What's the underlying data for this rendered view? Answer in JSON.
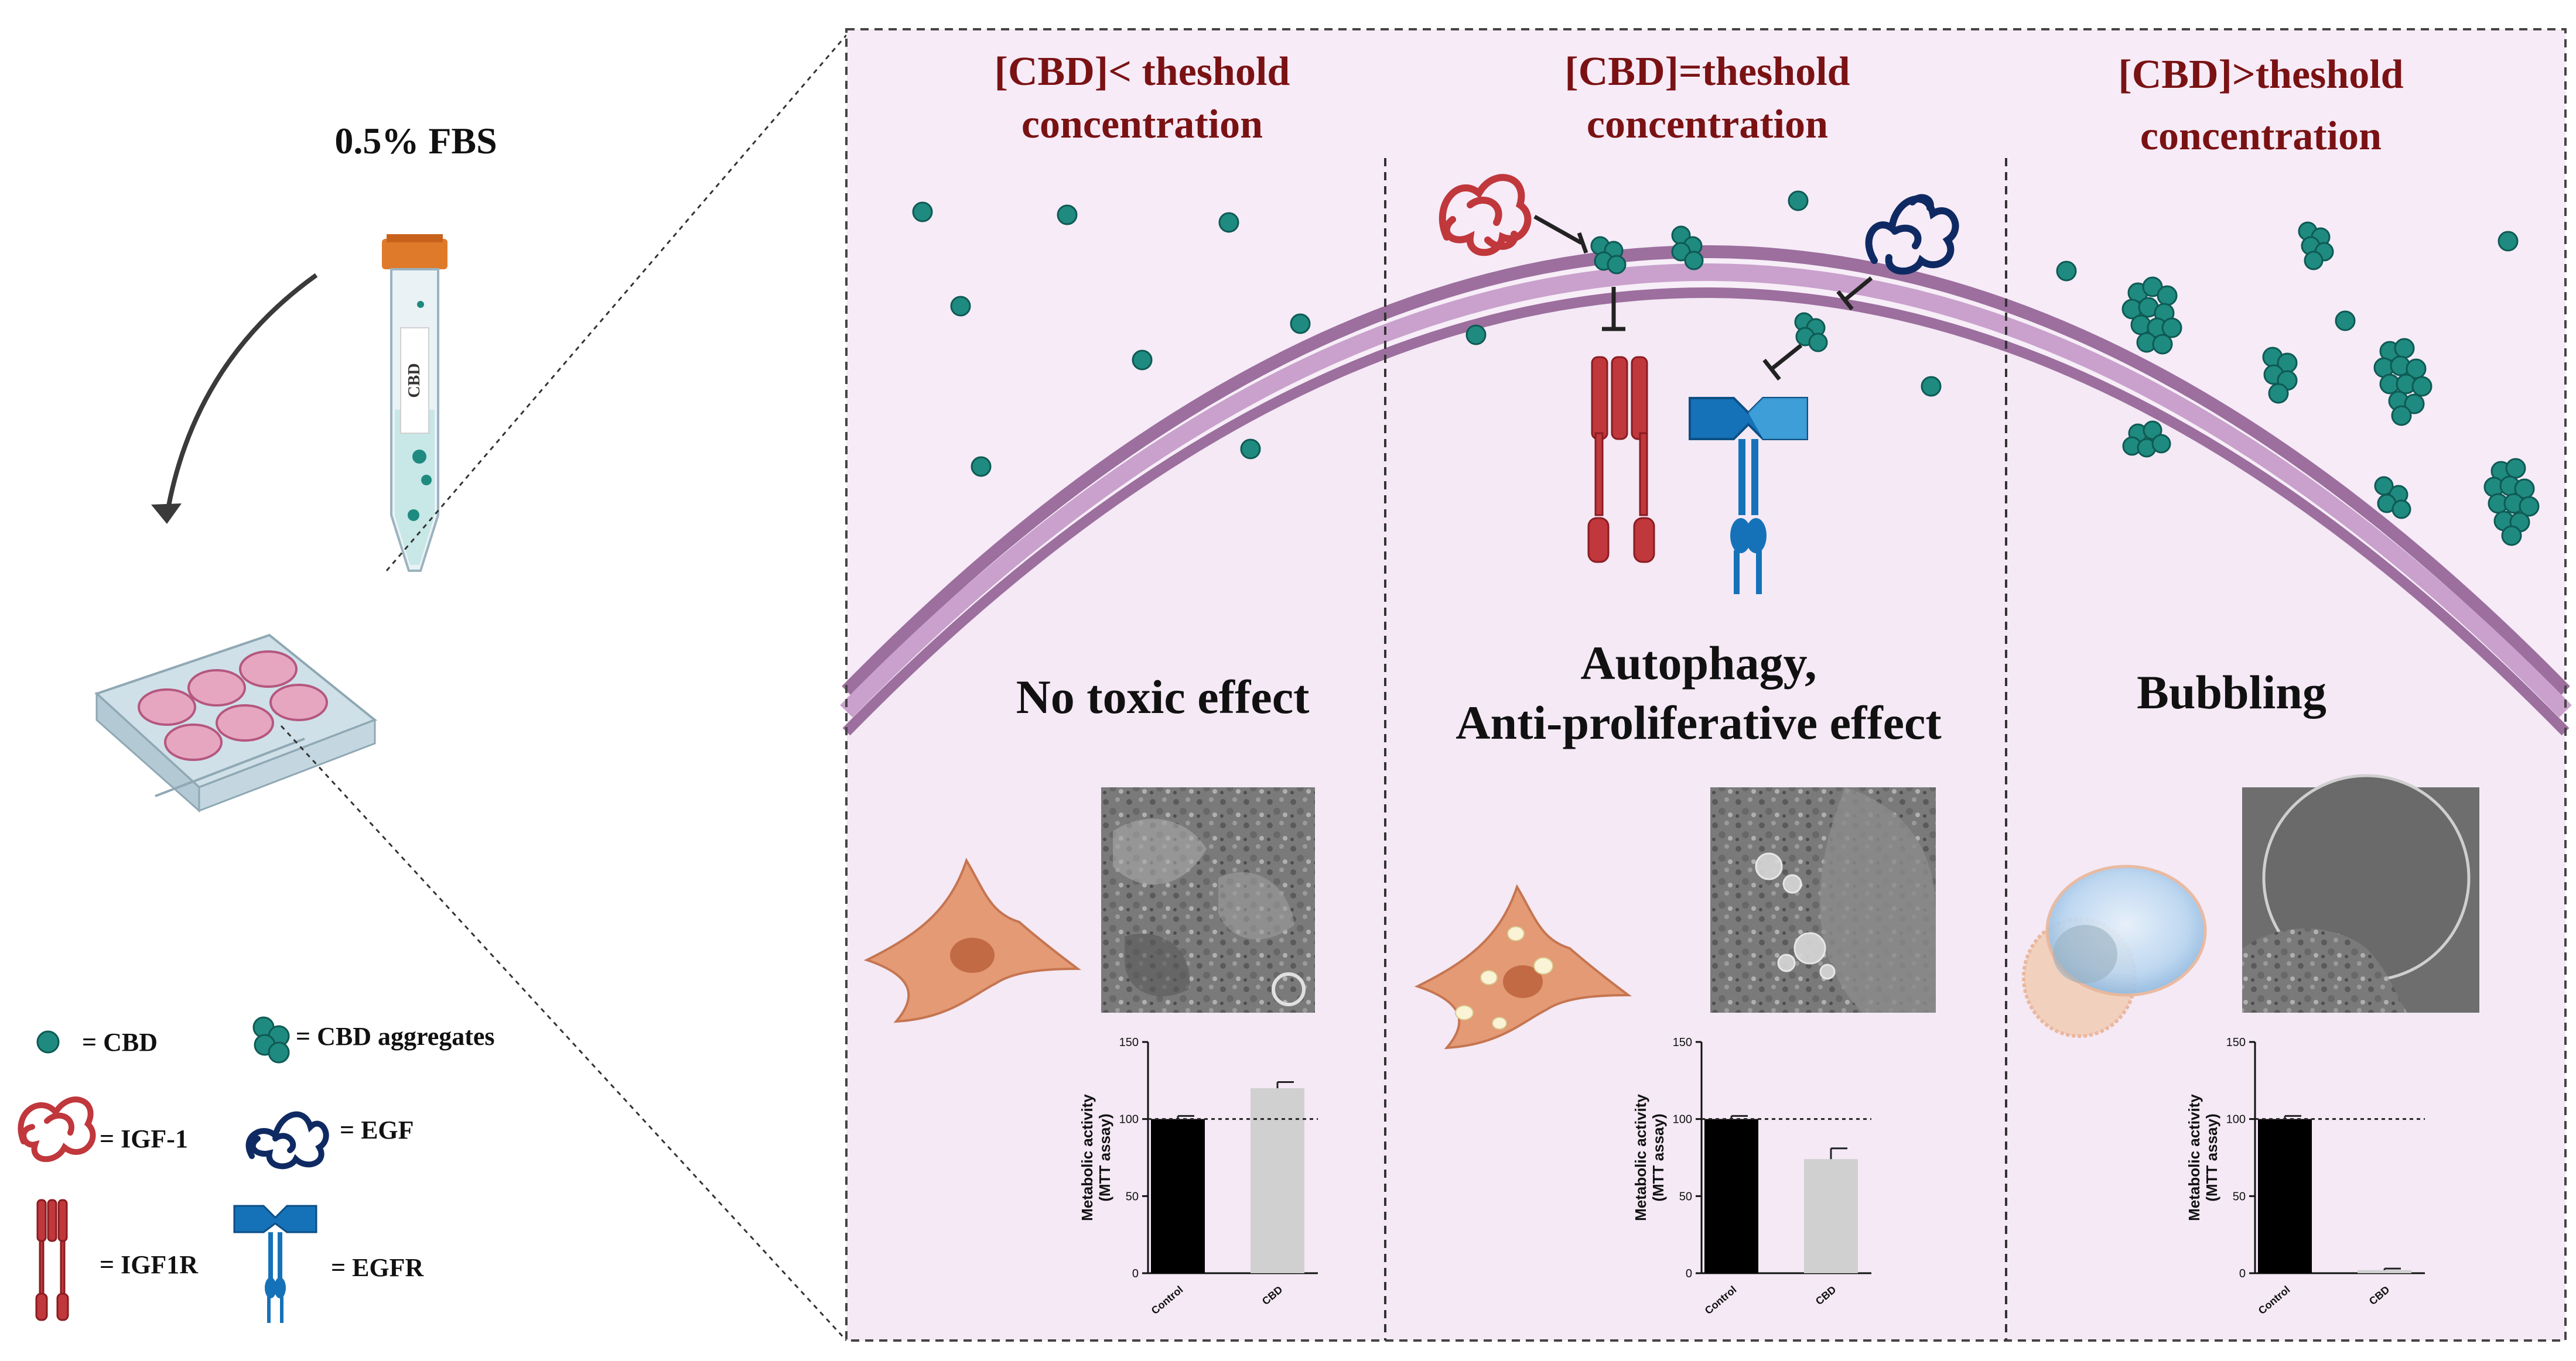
{
  "left": {
    "fbs_label": "0.5% FBS",
    "tube_label": "CBD"
  },
  "legend": {
    "cbd": "= CBD",
    "aggregates": "= CBD aggregates",
    "igf1": "= IGF-1",
    "egf": "= EGF",
    "igf1r": "= IGF1R",
    "egfr": "= EGFR"
  },
  "panels": [
    {
      "title_line1": "[CBD]< theshold",
      "title_line2": "concentration",
      "effect_line1": "No toxic effect",
      "effect_line2": ""
    },
    {
      "title_line1": "[CBD]=theshold",
      "title_line2": "concentration",
      "effect_line1": "Autophagy,",
      "effect_line2": "Anti-proliferative effect"
    },
    {
      "title_line1": "[CBD]>theshold",
      "title_line2": "concentration",
      "effect_line1": "Bubbling",
      "effect_line2": ""
    }
  ],
  "colors": {
    "heading": "#7a1214",
    "cbd": "#1f8a80",
    "igf": "#c0373c",
    "egf": "#0f2a63",
    "egfr": "#1672b8",
    "membrane": "#9c6f9e",
    "cell_fill": "#f4e9f5",
    "bar_control": "#000000",
    "bar_cbd": "#d0d0d0"
  },
  "chart_data": [
    {
      "type": "bar",
      "categories": [
        "Control",
        "CBD"
      ],
      "values": [
        100,
        120
      ],
      "errors": [
        2,
        4
      ],
      "ylabel": "Metabolic activity\n(MTT assay)",
      "ylim": [
        0,
        150
      ],
      "yticks": [
        0,
        50,
        100,
        150
      ],
      "reference_line": 100
    },
    {
      "type": "bar",
      "categories": [
        "Control",
        "CBD"
      ],
      "values": [
        100,
        74
      ],
      "errors": [
        2,
        7
      ],
      "ylabel": "Metabolic activity\n(MTT assay)",
      "ylim": [
        0,
        150
      ],
      "yticks": [
        0,
        50,
        100,
        150
      ],
      "reference_line": 100
    },
    {
      "type": "bar",
      "categories": [
        "Control",
        "CBD"
      ],
      "values": [
        100,
        2
      ],
      "errors": [
        2,
        1
      ],
      "ylabel": "Metabolic activity\n(MTT assay)",
      "ylim": [
        0,
        150
      ],
      "yticks": [
        0,
        50,
        100,
        150
      ],
      "reference_line": 100
    }
  ]
}
